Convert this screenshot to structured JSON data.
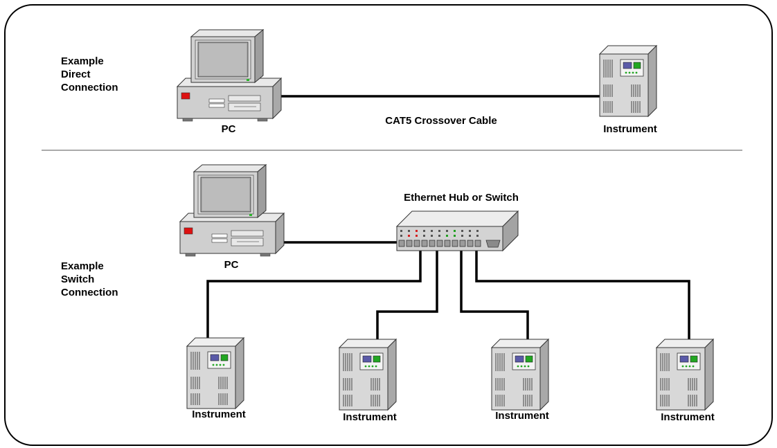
{
  "direct": {
    "title_lines": [
      "Example",
      "Direct",
      "Connection"
    ],
    "pc_label": "PC",
    "cable_label": "CAT5 Crossover Cable",
    "instrument_label": "Instrument"
  },
  "switch": {
    "title_lines": [
      "Example",
      "Switch",
      "Connection"
    ],
    "pc_label": "PC",
    "hub_label": "Ethernet Hub or Switch",
    "instrument_labels": [
      "Instrument",
      "Instrument",
      "Instrument",
      "Instrument"
    ]
  }
}
